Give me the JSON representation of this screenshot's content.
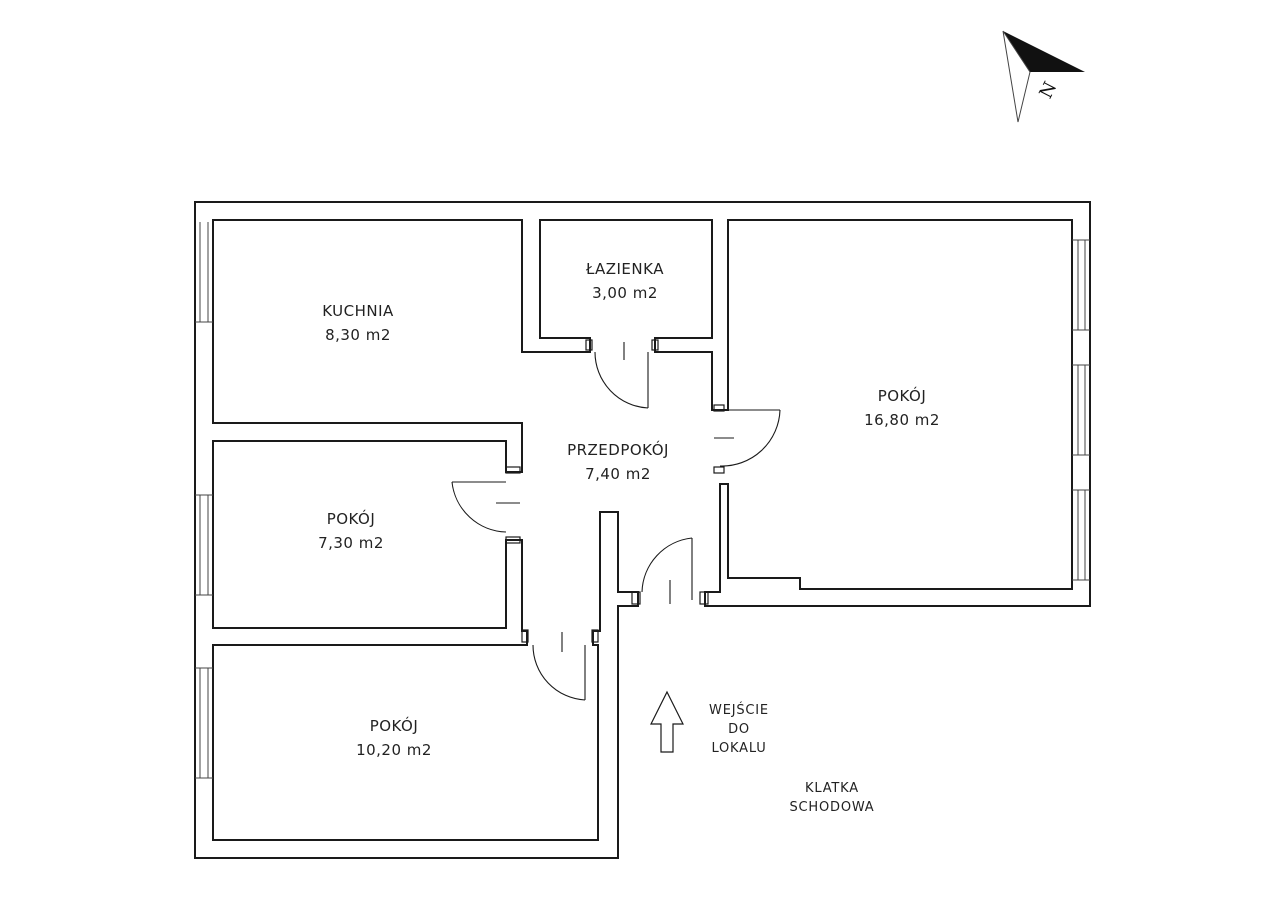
{
  "rooms": {
    "kitchen": {
      "name": "KUCHNIA",
      "area": "8,30  m2"
    },
    "bathroom": {
      "name": "ŁAZIENKA",
      "area": "3,00  m2"
    },
    "room_big": {
      "name": "POKÓJ",
      "area": "16,80  m2"
    },
    "hall": {
      "name": "PRZEDPOKÓJ",
      "area": "7,40  m2"
    },
    "room_mid": {
      "name": "POKÓJ",
      "area": "7,30  m2"
    },
    "room_low": {
      "name": "POKÓJ",
      "area": "10,20  m2"
    }
  },
  "entrance": {
    "line1": "WEJŚCIE",
    "line2": "DO",
    "line3": "LOKALU"
  },
  "staircase": {
    "line1": "KLATKA",
    "line2": "SCHODOWA"
  },
  "compass": {
    "label": "N",
    "icon": "north-arrow-icon"
  },
  "entry_arrow_icon": "up-arrow-icon"
}
